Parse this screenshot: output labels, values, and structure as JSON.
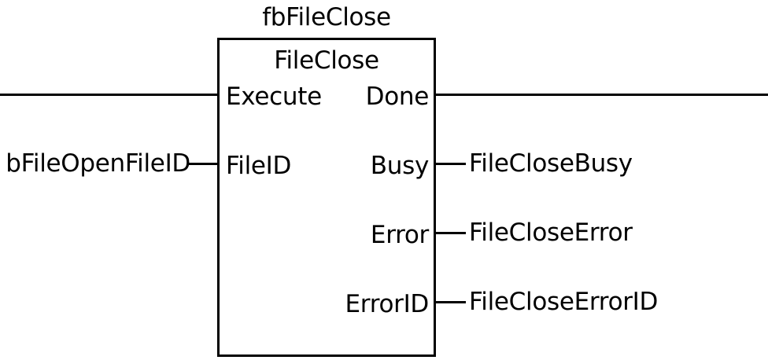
{
  "instance_name": "fbFileClose",
  "block": {
    "type_name": "FileClose",
    "inputs": {
      "execute": "Execute",
      "file_id": "FileID"
    },
    "outputs": {
      "done": "Done",
      "busy": "Busy",
      "error": "Error",
      "error_id": "ErrorID"
    }
  },
  "connections": {
    "file_id_source": "bFileOpenFileID",
    "busy_target": "FileCloseBusy",
    "error_target": "FileCloseError",
    "error_id_target": "FileCloseErrorID"
  },
  "colors": {
    "line": "#000000",
    "background": "#ffffff"
  }
}
